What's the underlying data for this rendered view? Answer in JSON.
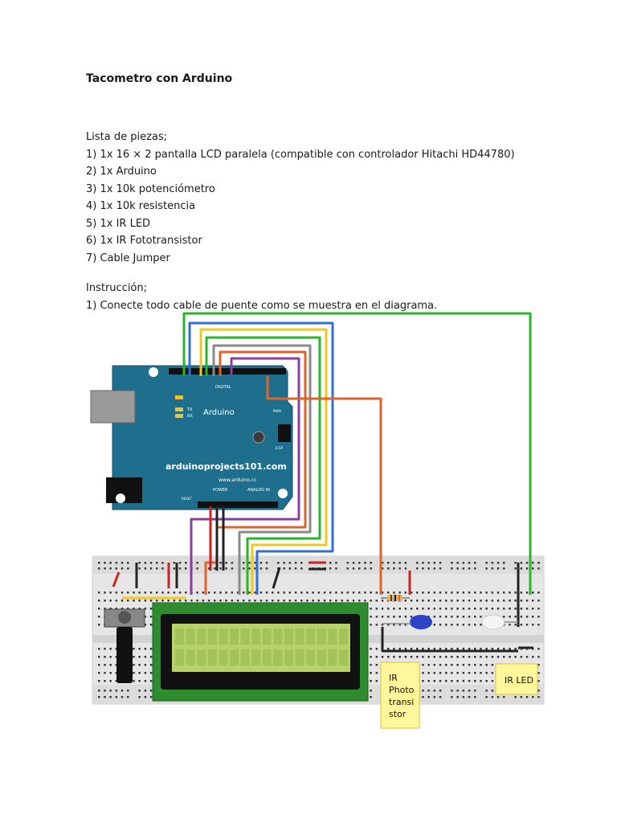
{
  "document": {
    "title": "Tacometro con Arduino",
    "parts_heading": "Lista de piezas;",
    "parts": [
      "1) 1x 16 × 2 pantalla LCD paralela (compatible con controlador Hitachi HD44780)",
      "2) 1x Arduino",
      "3) 1x 10k potenciómetro",
      "4) 1x 10k resistencia",
      "5) 1x IR LED",
      "6) 1x IR Fototransistor",
      "7) Cable Jumper"
    ],
    "instructions_heading": "Instrucción;",
    "instructions": [
      "1) Conecte todo cable de puente como se muestra en el diagrama."
    ]
  },
  "diagram": {
    "board_name": "Arduino",
    "board_url": "arduinoprojects101.com",
    "board_site": "www.arduino.cc",
    "digital_label": "DIGITAL",
    "power_label": "POWER",
    "analog_label": "ANALOG IN",
    "tx_label": "TX",
    "rx_label": "RX",
    "icsp_label": "ICSP",
    "pwm_label": "PWM",
    "reset_label": "RESET",
    "ir_photo_label": [
      "IR",
      "Photo",
      "transi",
      "stor"
    ],
    "ir_led_label": "IR LED",
    "colors": {
      "board": "#1e6f8e",
      "breadboard": "#e6e6e6",
      "lcd_pcb": "#2e8b2e",
      "lcd_screen": "#b6d26a",
      "note": "#fff79a",
      "wire_green": "#2ab52a",
      "wire_blue": "#2f6fd6",
      "wire_yellow": "#f2c820",
      "wire_gray": "#8a8a8a",
      "wire_purple": "#8a3fa0",
      "wire_orange": "#e0642a",
      "wire_red": "#cc2222",
      "wire_black": "#222222"
    }
  }
}
